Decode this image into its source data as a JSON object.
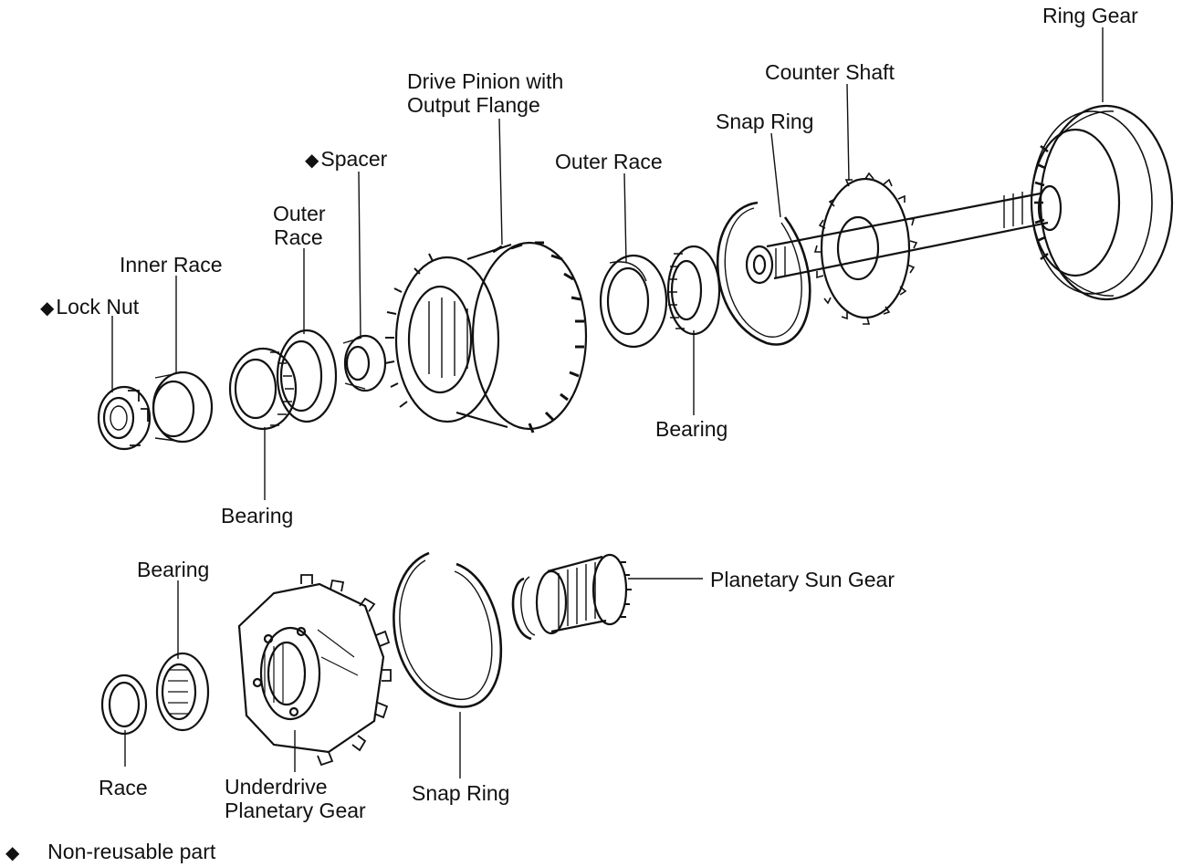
{
  "non_reusable_marker": "◆",
  "labels": {
    "ring_gear": "Ring Gear",
    "counter_shaft": "Counter Shaft",
    "drive_pinion_line1": "Drive Pinion with",
    "drive_pinion_line2": "Output Flange",
    "snap_ring_top": "Snap Ring",
    "outer_race_right": "Outer Race",
    "spacer": "Spacer",
    "outer_race_left_line1": "Outer",
    "outer_race_left_line2": "Race",
    "inner_race": "Inner Race",
    "lock_nut": "Lock Nut",
    "bearing_top_right": "Bearing",
    "bearing_top_left": "Bearing",
    "bearing_bottom": "Bearing",
    "planetary_sun_gear": "Planetary Sun Gear",
    "race": "Race",
    "underdrive_line1": "Underdrive",
    "underdrive_line2": "Planetary Gear",
    "snap_ring_bottom": "Snap Ring"
  },
  "legend": {
    "symbol": "◆",
    "text": "Non-reusable part"
  }
}
